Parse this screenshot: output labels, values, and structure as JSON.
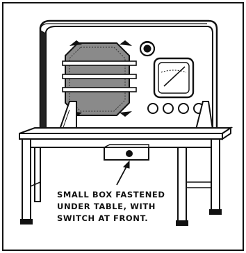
{
  "caption": {
    "lines": [
      "SMALL BOX FASTENED",
      "UNDER TABLE, WITH",
      "SWITCH AT FRONT."
    ]
  },
  "colors": {
    "ink": "#111111",
    "paper": "#ffffff",
    "speaker_fill": "#8a8a8a"
  },
  "icons": {
    "pointer": "arrow-icon"
  }
}
